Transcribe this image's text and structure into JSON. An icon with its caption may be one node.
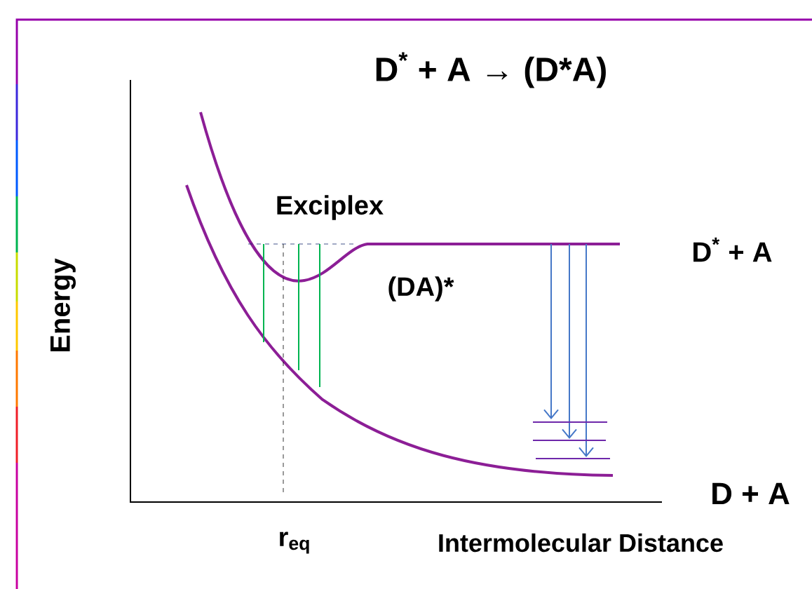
{
  "diagram": {
    "title": "D$^{*}$ + A → (D*A)",
    "labels": [
      "Exciplex",
      "(DA)*",
      "D$^{*}$ + A",
      "Energy",
      "D + A",
      "r$_{eq}$",
      "Intermolecular Distance"
    ]
  }
}
